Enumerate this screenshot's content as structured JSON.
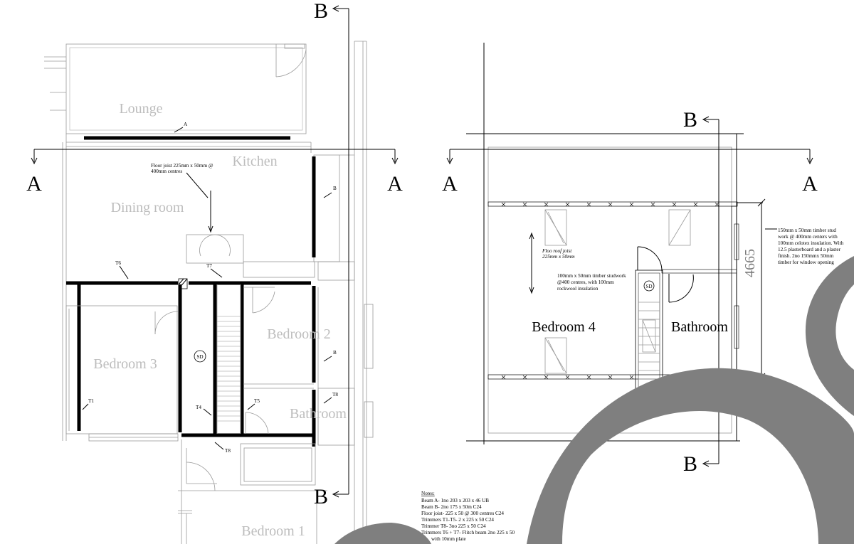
{
  "ground_floor": {
    "rooms": {
      "lounge": "Lounge",
      "kitchen": "Kitchen",
      "dining": "Dining room",
      "bedroom3": "Bedroom 3",
      "bedroom2": "Bedroom 2",
      "bathroom": "Bathroom",
      "bedroom1": "Bedroom 1"
    },
    "joist_note": [
      "Floor joist 225mm x 50mm @",
      "400mm centres"
    ],
    "beam_labels": {
      "a": "A",
      "b_upper": "B",
      "b_lower": "B"
    },
    "trimmer_labels": {
      "t1": "T1",
      "t4": "T4",
      "t5": "T5",
      "t6": "T6",
      "t7": "T7",
      "t8a": "T8",
      "t8b": "T8"
    },
    "smoke_detector": "SD"
  },
  "loft_floor": {
    "rooms": {
      "bedroom4": "Bedroom 4",
      "bathroom": "Bathroom"
    },
    "roof_joist_note": [
      "Floo roof joist",
      "225mm x 50mm"
    ],
    "studwork_note": [
      "100mm x 50mm timber studwork",
      "@400 centres, with 100mm",
      "rockwool insulation"
    ],
    "stud_note": [
      "150mm x 50mm timber stud",
      "work @ 400mm centers with",
      "100mm celotex insulation. With",
      "12.5 plasterboard and a plaster",
      "finish. 2no 150mmx 50mm",
      "timber for window opening"
    ],
    "dimension": "4665",
    "smoke_detector": "SD"
  },
  "section_markers": {
    "left_a_left": "A",
    "left_a_right": "A",
    "left_b_top": "B",
    "left_b_bottom": "B",
    "right_a_left": "A",
    "right_a_right": "A",
    "right_b_top": "B",
    "right_b_bottom": "B"
  },
  "notes": {
    "title": "Notes:",
    "lines": [
      "Beam A- 1no 203 x 203 x 46 UB",
      "Beam B- 2no 175 x 50m C24",
      "Floor joist- 225 x 50 @ 300 centres C24",
      "Trimmers T1-T5-  2 x 225 x 50 C24",
      "Trimmer T8- 3no 225 x 50 C24",
      "Trimmers T6 + T7- Flitch beam 2no 225 x 50",
      "with 10mm plate"
    ]
  },
  "colors": {
    "watermark": "#7f7f7f",
    "structure": "#000000",
    "plan_lines": "#9a9a9a",
    "room_labels": "#bdbdbd"
  }
}
